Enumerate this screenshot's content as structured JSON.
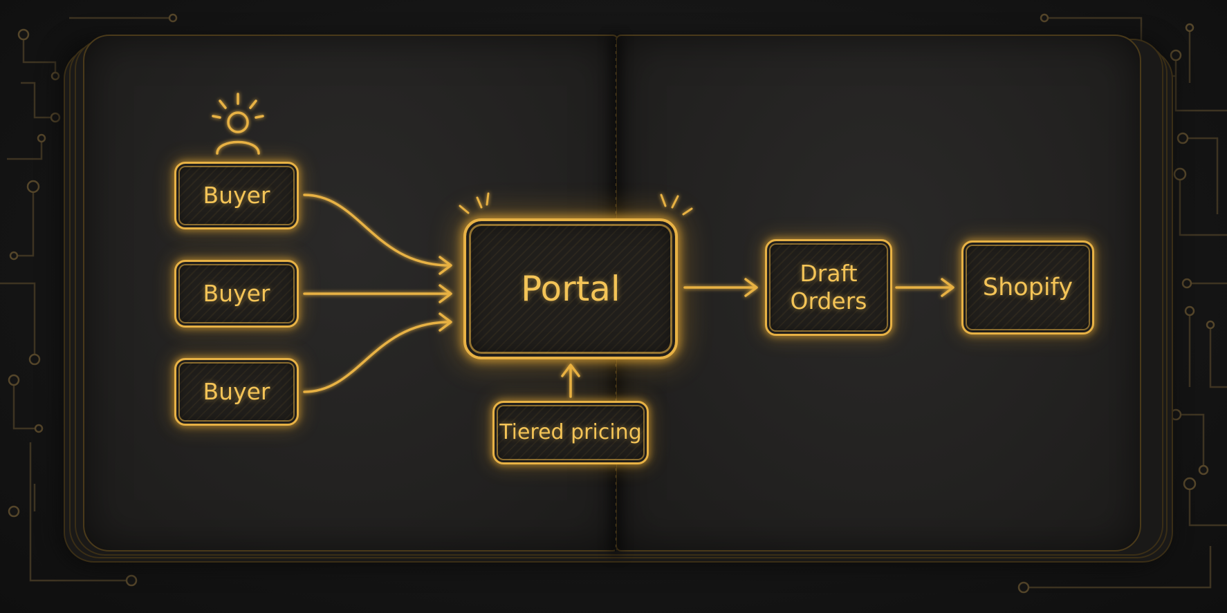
{
  "diagram": {
    "accent_color": "#e8b245",
    "glow_color": "#f2b034",
    "buyers": [
      {
        "label": "Buyer",
        "icon": "person-icon"
      },
      {
        "label": "Buyer"
      },
      {
        "label": "Buyer"
      }
    ],
    "portal": {
      "label": "Portal"
    },
    "pricing": {
      "label": "Tiered pricing"
    },
    "draft_orders": {
      "label": "Draft\nOrders"
    },
    "shopify": {
      "label": "Shopify"
    },
    "edges": [
      {
        "from": "buyer-1",
        "to": "portal"
      },
      {
        "from": "buyer-2",
        "to": "portal"
      },
      {
        "from": "buyer-3",
        "to": "portal"
      },
      {
        "from": "pricing",
        "to": "portal"
      },
      {
        "from": "portal",
        "to": "draft_orders"
      },
      {
        "from": "draft_orders",
        "to": "shopify"
      }
    ]
  }
}
